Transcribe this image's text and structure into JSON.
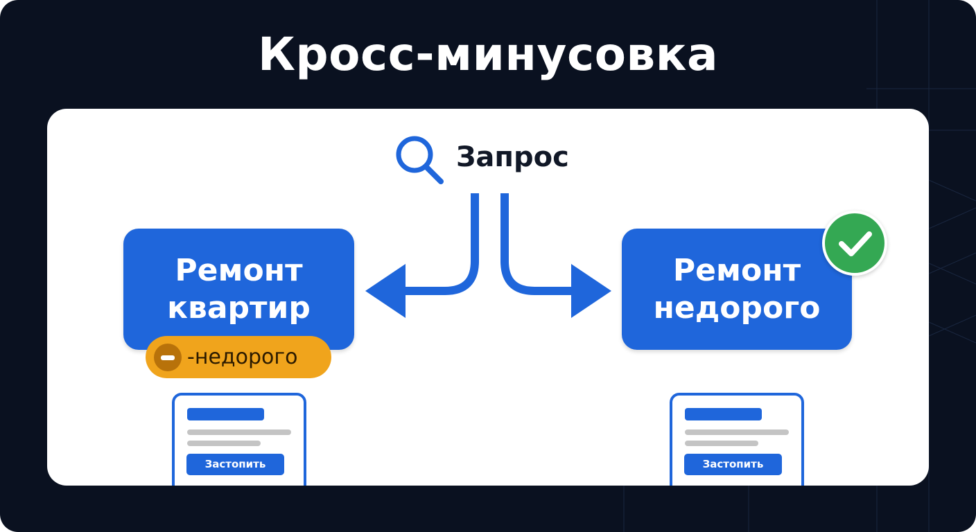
{
  "title": "Кросс-минусовка",
  "query": {
    "label": "Запрос",
    "icon": "search-icon"
  },
  "left": {
    "line1": "Ремонт",
    "line2": "квартир",
    "negative_keyword": "-недорого",
    "card_button": "Застопить"
  },
  "right": {
    "line1": "Ремонт",
    "line2": "недорого",
    "status_icon": "check-icon",
    "card_button": "Застопить"
  },
  "colors": {
    "background": "#0a1120",
    "blue": "#1f66db",
    "orange": "#f0a41c",
    "green": "#34a853"
  }
}
